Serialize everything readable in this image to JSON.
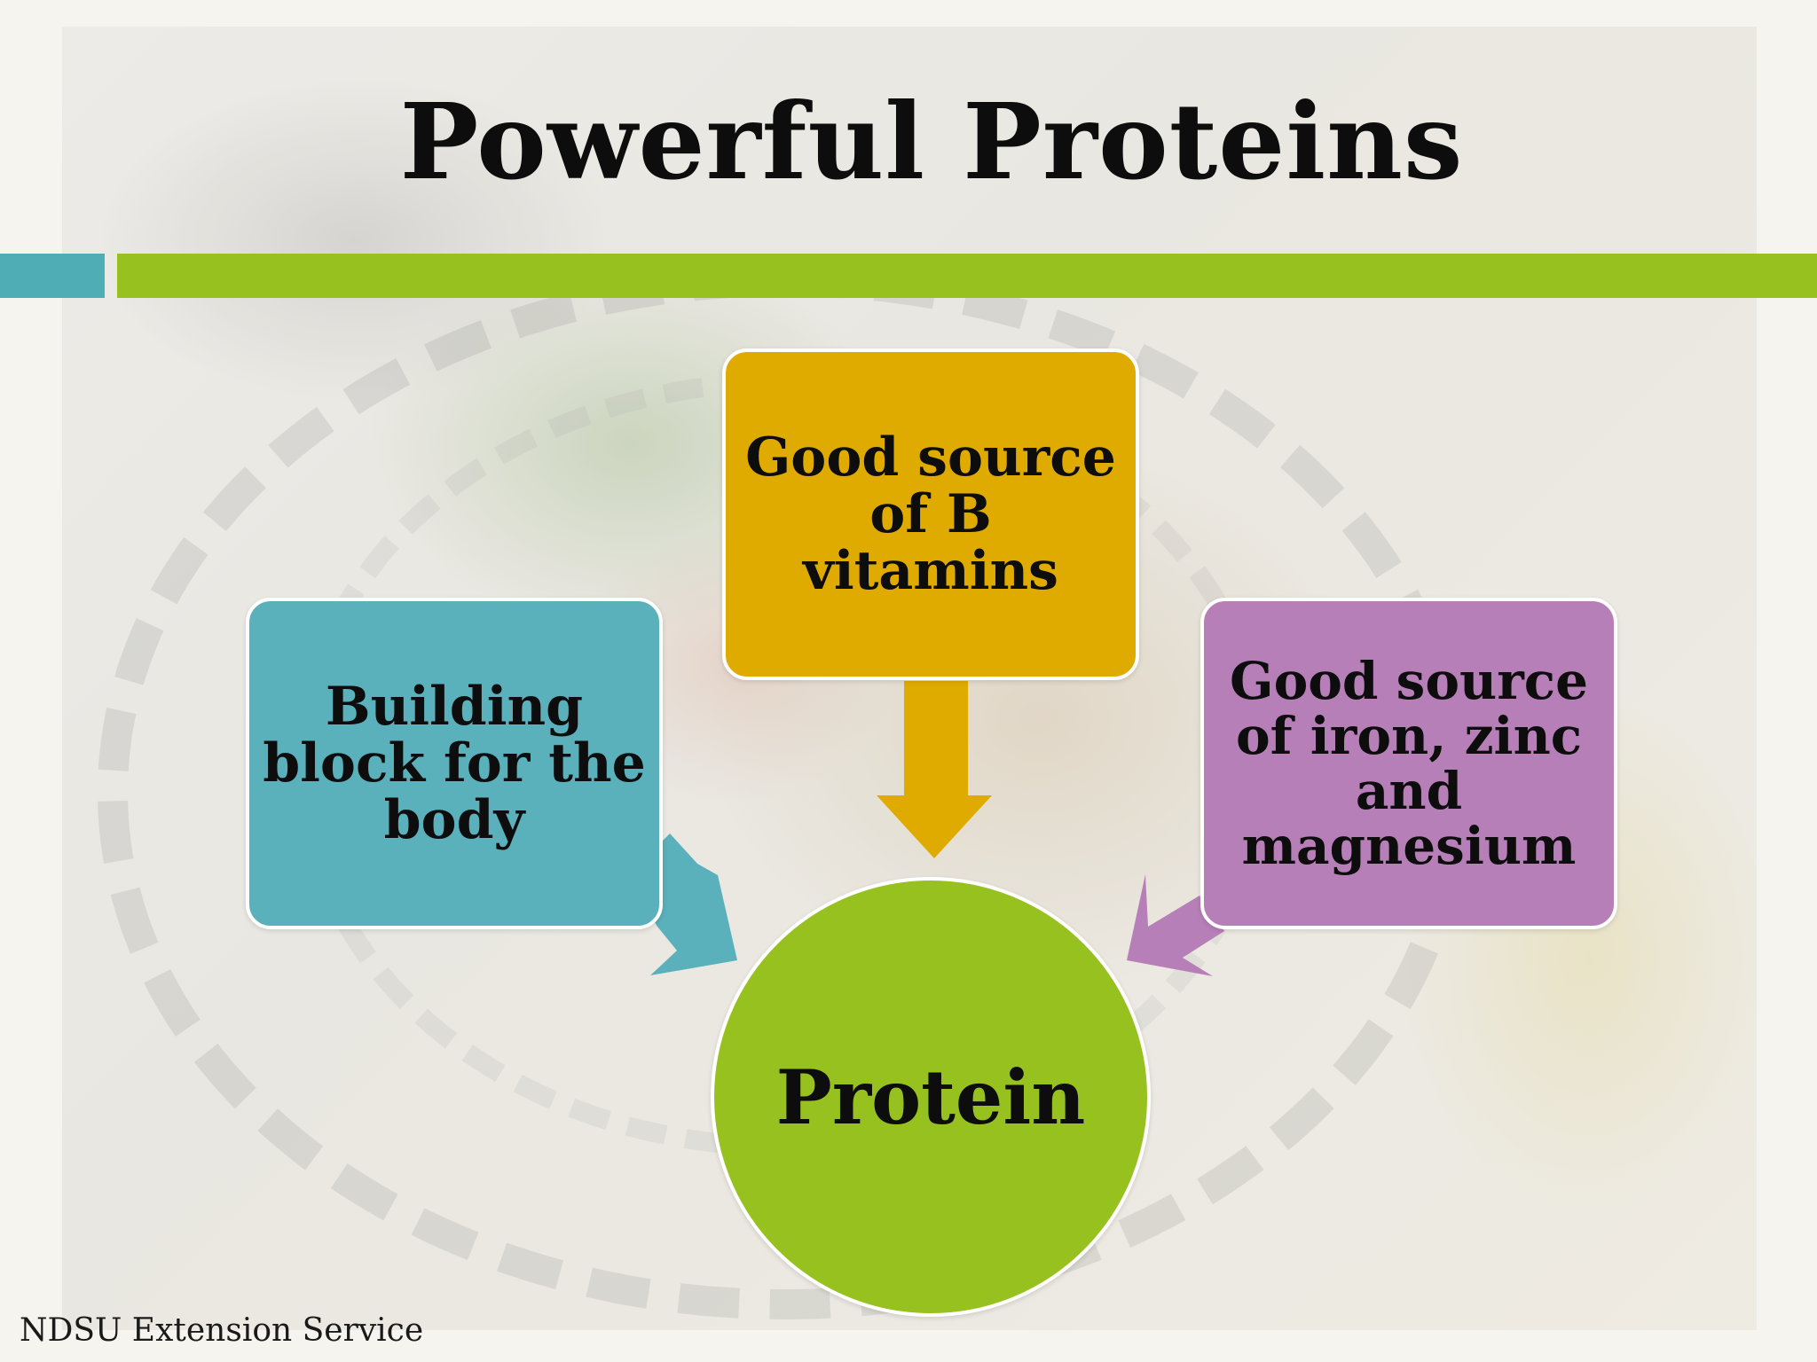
{
  "slide": {
    "title": "Powerful Proteins",
    "footer": "NDSU Extension Service"
  },
  "diagram": {
    "center": {
      "label": "Protein",
      "color": "#97c11f"
    },
    "nodes": [
      {
        "id": "left",
        "lines": [
          "Building",
          "block for the",
          "body"
        ],
        "color": "#5ab0bb"
      },
      {
        "id": "top",
        "lines": [
          "Good source",
          "of B",
          "vitamins"
        ],
        "color": "#e0ab00"
      },
      {
        "id": "right",
        "lines": [
          "Good source",
          "of iron, zinc",
          "and",
          "magnesium"
        ],
        "color": "#b77fb7"
      }
    ],
    "accent_bar_colors": [
      "#4fadb5",
      "#97c11f"
    ]
  }
}
